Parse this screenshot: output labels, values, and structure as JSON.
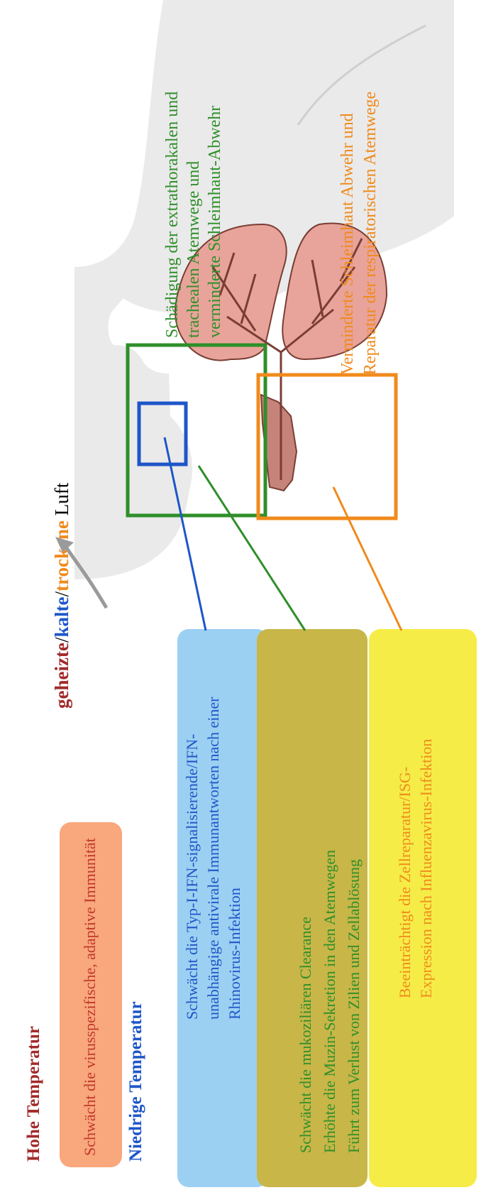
{
  "colors": {
    "red_text": "#a32a2a",
    "blue": "#1e56c8",
    "green": "#2f8f2a",
    "orange": "#f08a1c",
    "salmon_box": "#f9a77c",
    "blue_box": "#9cd0f2",
    "olive_box": "#c8b648",
    "yellow_box": "#f6ec48"
  },
  "title": {
    "word1": "geheizte",
    "sep1": "/",
    "word2": "kalte",
    "sep2": "/",
    "word3": "trockene",
    "word4": "Luft"
  },
  "sections": {
    "high": {
      "heading": "Hohe Temperatur",
      "box_text": "Schwächt die virusspezifische, adaptive Immunität"
    },
    "low": {
      "heading": "Niedrige Temperatur",
      "blue_lines": [
        "Schwächt die Typ-I-IFN-signalisierende/IFN-",
        "unabhängige antivirale Immunantworten nach einer",
        "Rhinovirus-Infektion"
      ],
      "olive_lines": [
        "Schwächt die mukoziliären Clearance",
        "Erhöhte die Muzin-Sekretion in den Atemwegen",
        "Führt zum Verlust von Zilien und Zellablösung"
      ],
      "yellow_lines": [
        "Beeinträchtigt die Zellreparatur/ISG-",
        "Expression nach Influenzavirus-Infektion"
      ]
    }
  },
  "callouts": {
    "green": [
      "Schädigung der extrathorakalen und",
      "trachealen Atemwege und",
      "verminderte Schleimhaut-Abwehr"
    ],
    "orange": [
      "Verminderte Schleimhaut Abwehr und",
      "Reparatur der respiratorischen Atemwege"
    ]
  },
  "icons": {
    "body": "human-silhouette-icon",
    "lungs": "lungs-icon",
    "arrow": "airflow-arrow-icon"
  }
}
